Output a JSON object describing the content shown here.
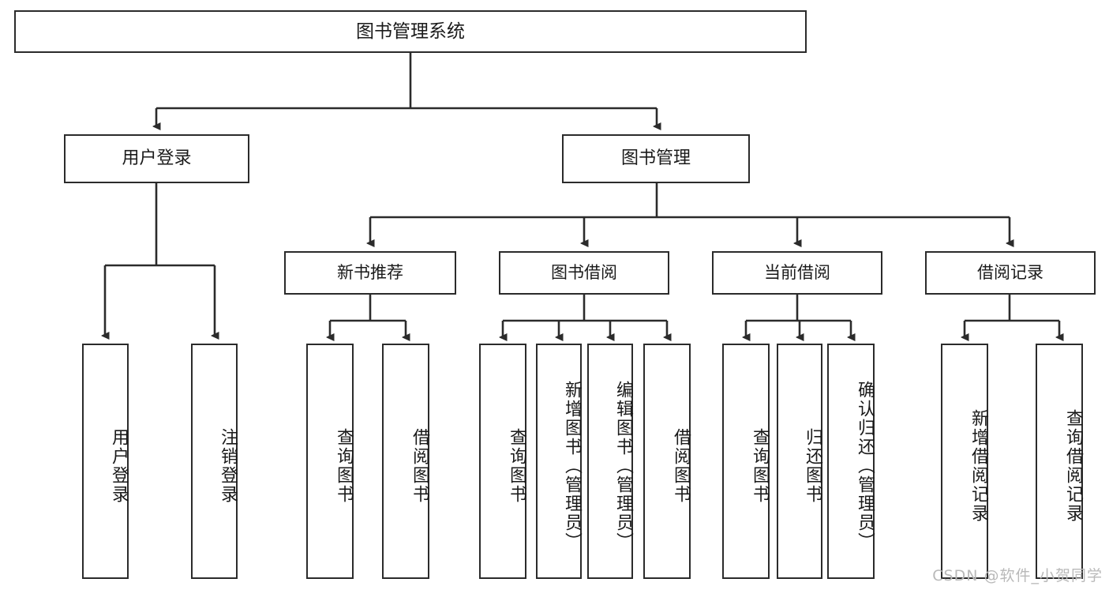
{
  "diagram": {
    "title": "图书管理系统",
    "type": "tree",
    "watermark": "CSDN @软件_小贺同学",
    "line_color": "#2b2b2b",
    "box_fill": "#ffffff",
    "text_color": "#1a1a1a"
  },
  "nodes": {
    "root": {
      "label": "图书管理系统"
    },
    "level2": [
      {
        "label": "用户登录"
      },
      {
        "label": "图书管理"
      }
    ],
    "level3": [
      {
        "label": "新书推荐"
      },
      {
        "label": "图书借阅"
      },
      {
        "label": "当前借阅"
      },
      {
        "label": "借阅记录"
      }
    ],
    "leaves": {
      "user_login": [
        {
          "label": "用户登录"
        },
        {
          "label": "注销登录"
        }
      ],
      "new_book": [
        {
          "label": "查询图书"
        },
        {
          "label": "借阅图书"
        }
      ],
      "book_borrow": [
        {
          "label": "查询图书"
        },
        {
          "label": "新增图书（管理员）"
        },
        {
          "label": "编辑图书（管理员）"
        },
        {
          "label": "借阅图书"
        }
      ],
      "current_borrow": [
        {
          "label": "查询图书"
        },
        {
          "label": "归还图书"
        },
        {
          "label": "确认归还（管理员）"
        }
      ],
      "borrow_record": [
        {
          "label": "新增借阅记录"
        },
        {
          "label": "查询借阅记录"
        }
      ]
    }
  }
}
